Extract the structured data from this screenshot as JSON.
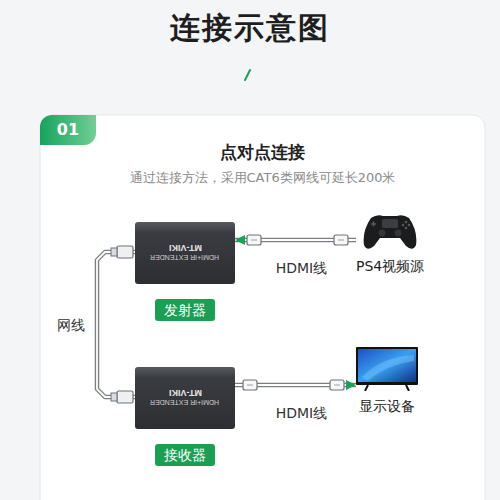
{
  "diagram": {
    "title": "连接示意图",
    "nodes": [
      {
        "text": [
          "01",
          "点对点连接",
          "通过连接方法，采用CAT6类网线可延长200米"
        ]
      },
      {
        "text": [
          "MT-VIKI",
          "HDMI+IR EXTENDER",
          "发射器"
        ],
        "in": 0
      },
      {
        "text": [
          "PS4视频源"
        ],
        "in": 0
      },
      {
        "text": [
          "MT-VIKI",
          "HDMI+IR EXTENDER",
          "接收器"
        ],
        "in": 0
      },
      {
        "text": [
          "显示设备"
        ],
        "in": 0
      }
    ],
    "edges": [
      {
        "from": 2,
        "to": 1,
        "label": "HDMI线",
        "arrow": "to"
      },
      {
        "from": 1,
        "to": 3,
        "label": "网线",
        "arrow": "none"
      },
      {
        "from": 3,
        "to": 4,
        "label": "HDMI线",
        "arrow": "to"
      }
    ]
  }
}
